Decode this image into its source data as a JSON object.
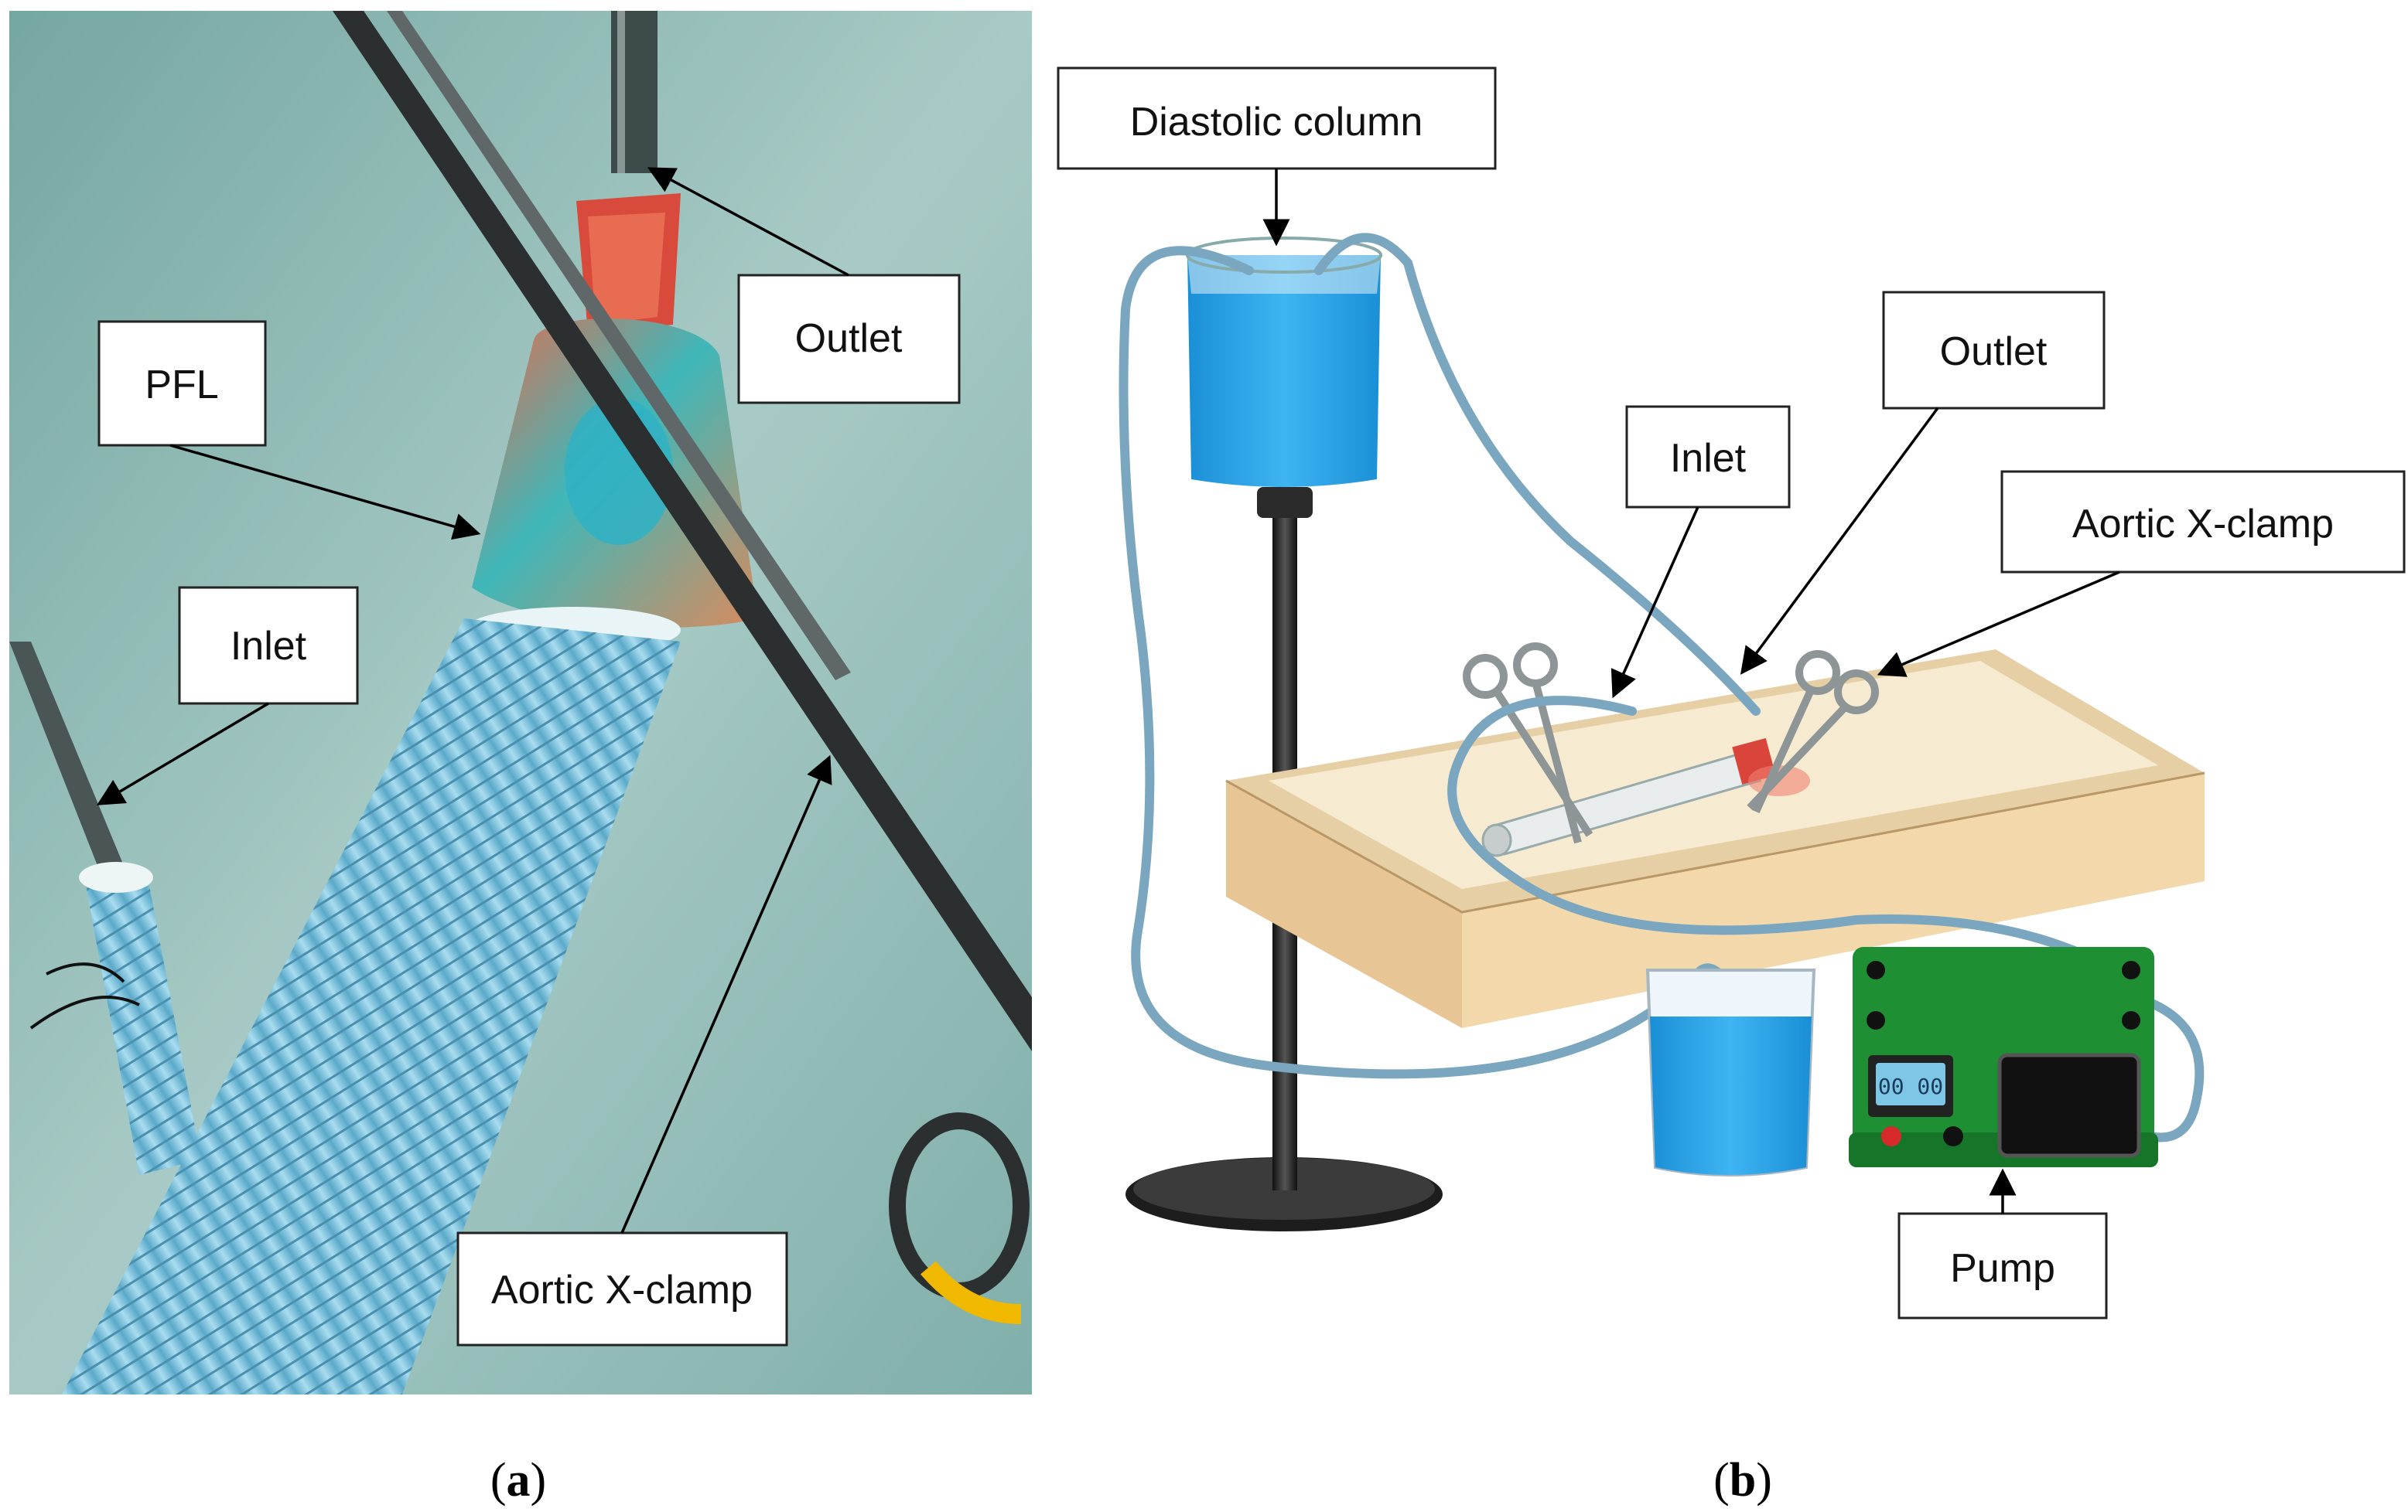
{
  "panel_a": {
    "caption_letter": "a",
    "labels": {
      "outlet": "Outlet",
      "pfl": "PFL",
      "inlet": "Inlet",
      "aortic_clamp": "Aortic X-clamp"
    }
  },
  "panel_b": {
    "caption_letter": "b",
    "labels": {
      "diastolic_column": "Diastolic column",
      "outlet": "Outlet",
      "inlet": "Inlet",
      "aortic_clamp": "Aortic X-clamp",
      "pump": "Pump"
    },
    "pump_display": "00 00"
  },
  "colors": {
    "fluid_blue": "#1e9be0",
    "tube_blue": "#7aa6c0",
    "pump_green": "#1f8f33",
    "tray_tan": "#f0d9b0",
    "photo_bg": "#9fc9c5",
    "graft_blue": "#7cc4de"
  }
}
